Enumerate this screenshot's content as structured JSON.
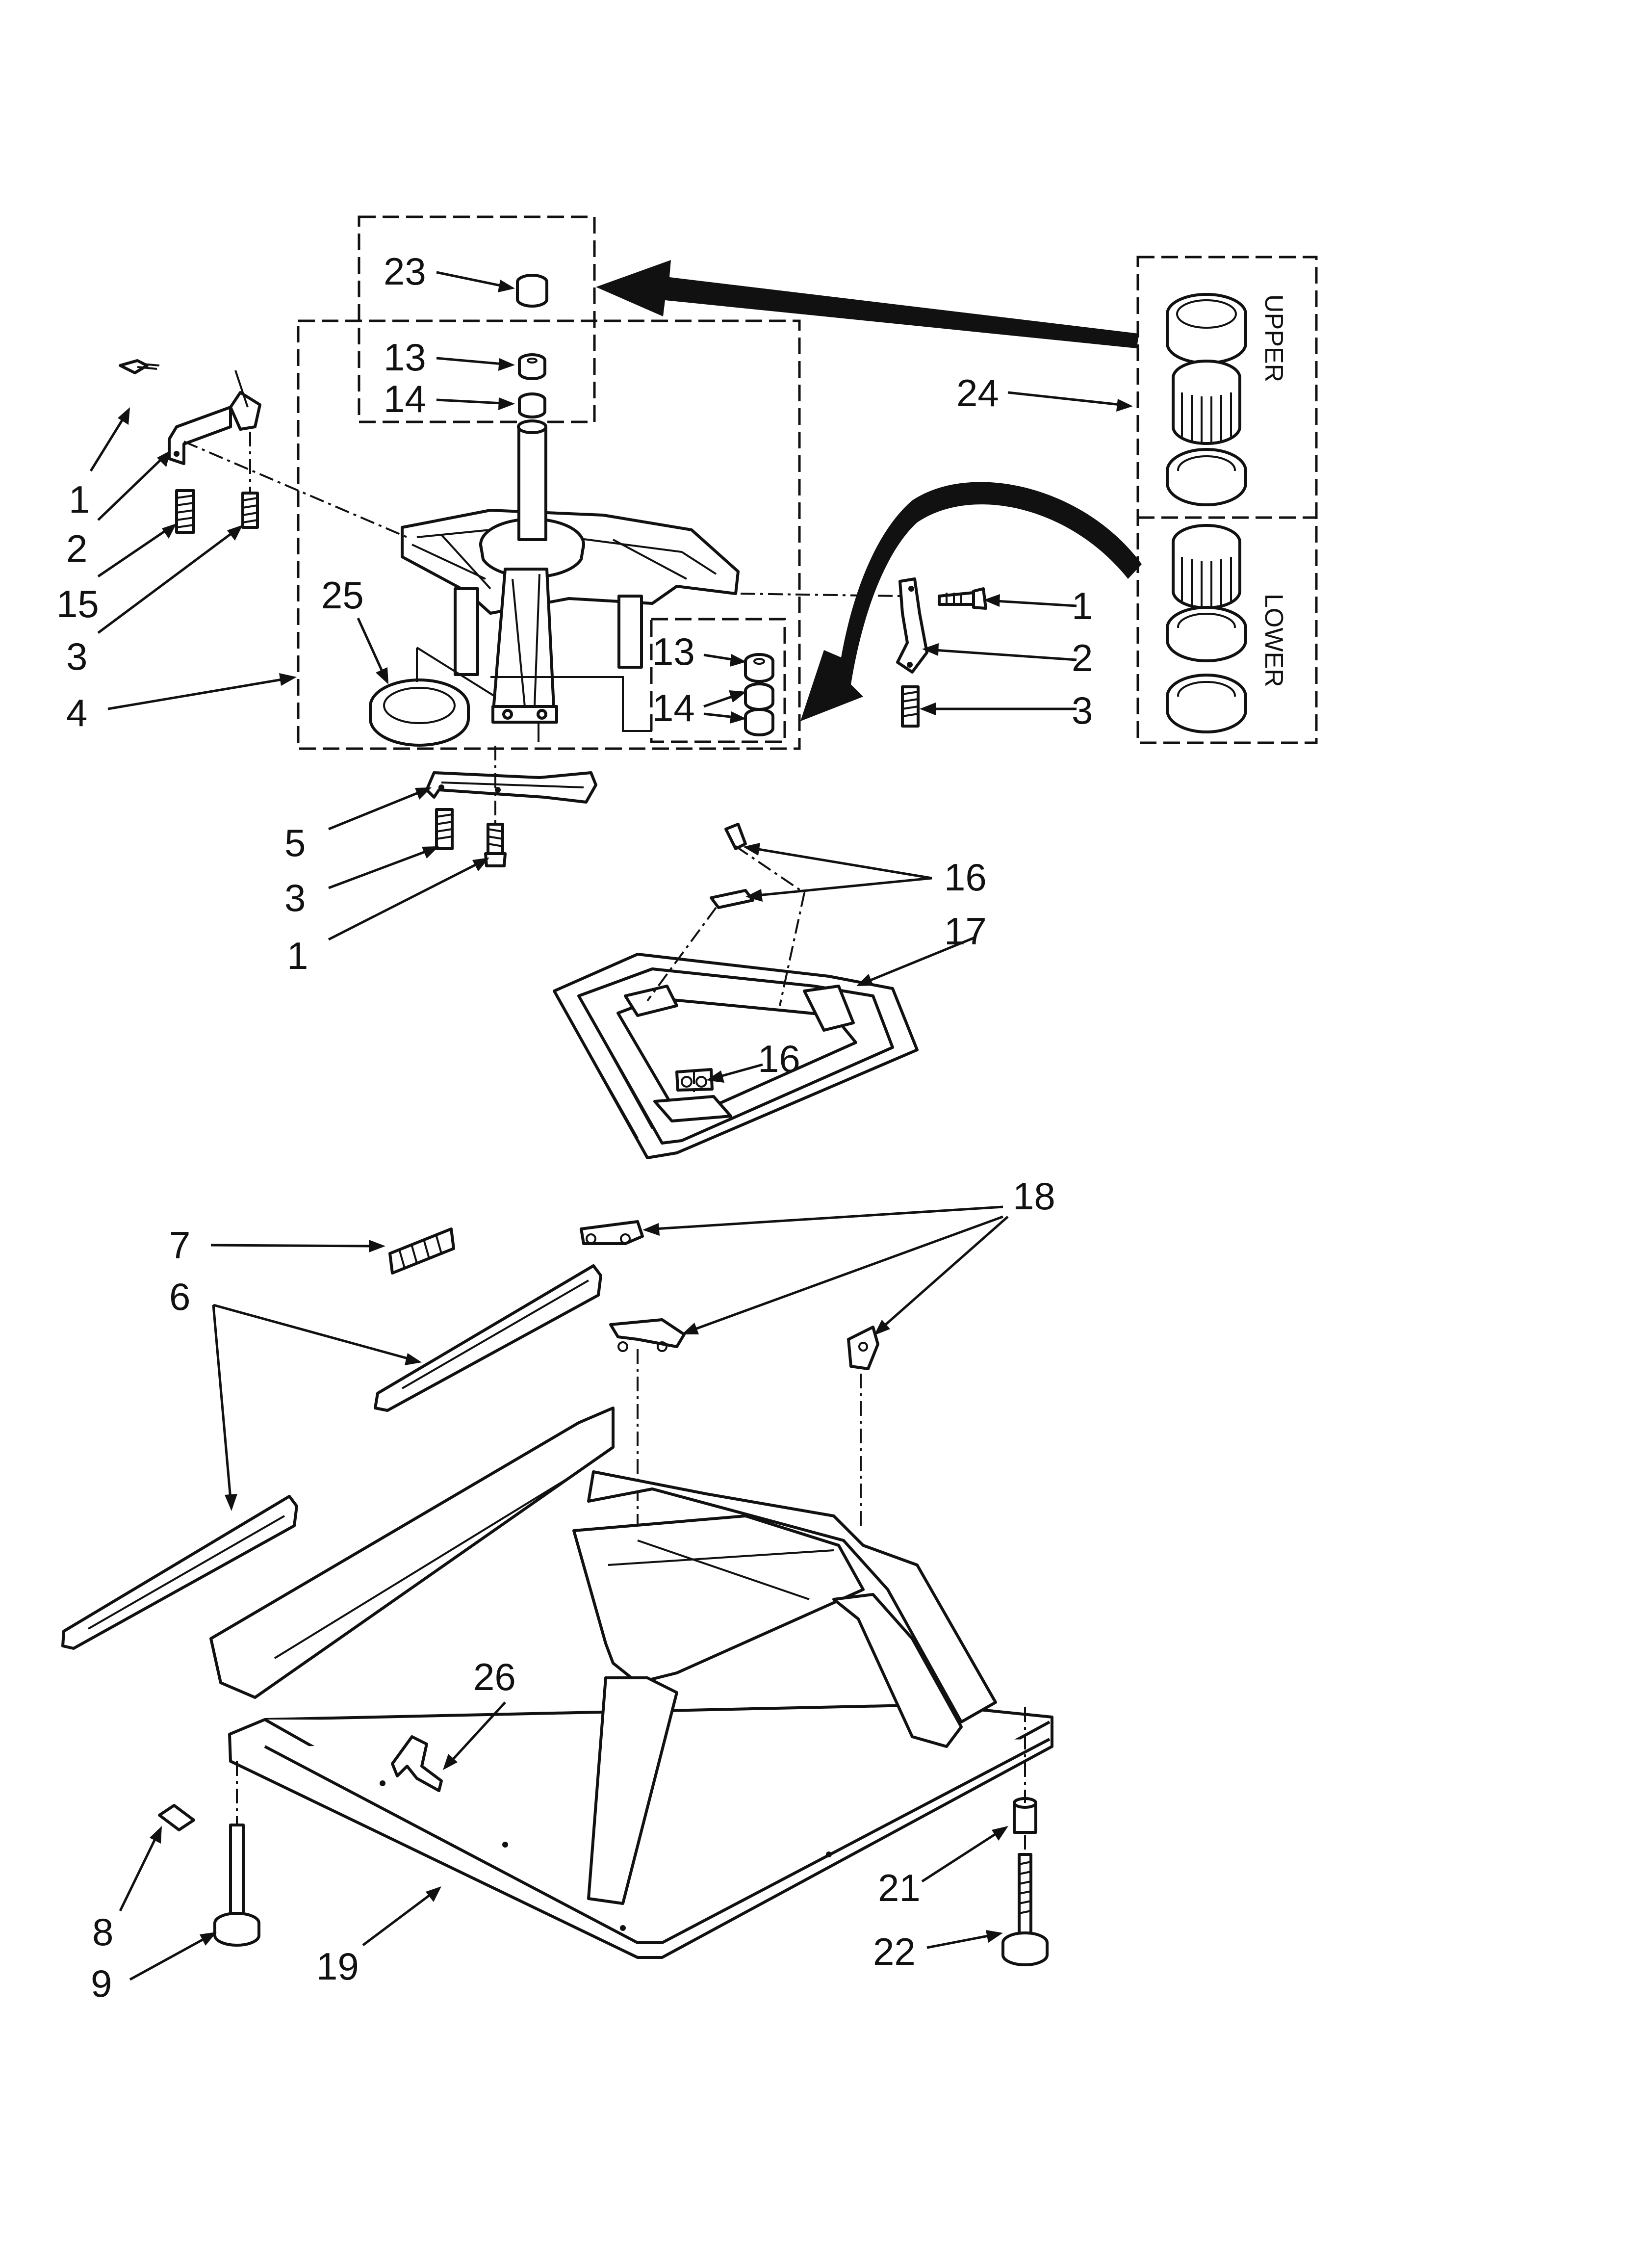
{
  "labels": {
    "l23": "23",
    "l13a": "13",
    "l14a": "14",
    "l1a": "1",
    "l2a": "2",
    "l15": "15",
    "l3a": "3",
    "l4": "4",
    "l25": "25",
    "l13b": "13",
    "l14b": "14",
    "l1b": "1",
    "l2b": "2",
    "l3b": "3",
    "l24": "24",
    "upper": "UPPER",
    "lower": "LOWER",
    "l5": "5",
    "l3c": "3",
    "l1c": "1",
    "l16a": "16",
    "l17": "17",
    "l16b": "16",
    "l18": "18",
    "l7": "7",
    "l6": "6",
    "l26": "26",
    "l8": "8",
    "l9": "9",
    "l19": "19",
    "l21": "21",
    "l22": "22"
  }
}
